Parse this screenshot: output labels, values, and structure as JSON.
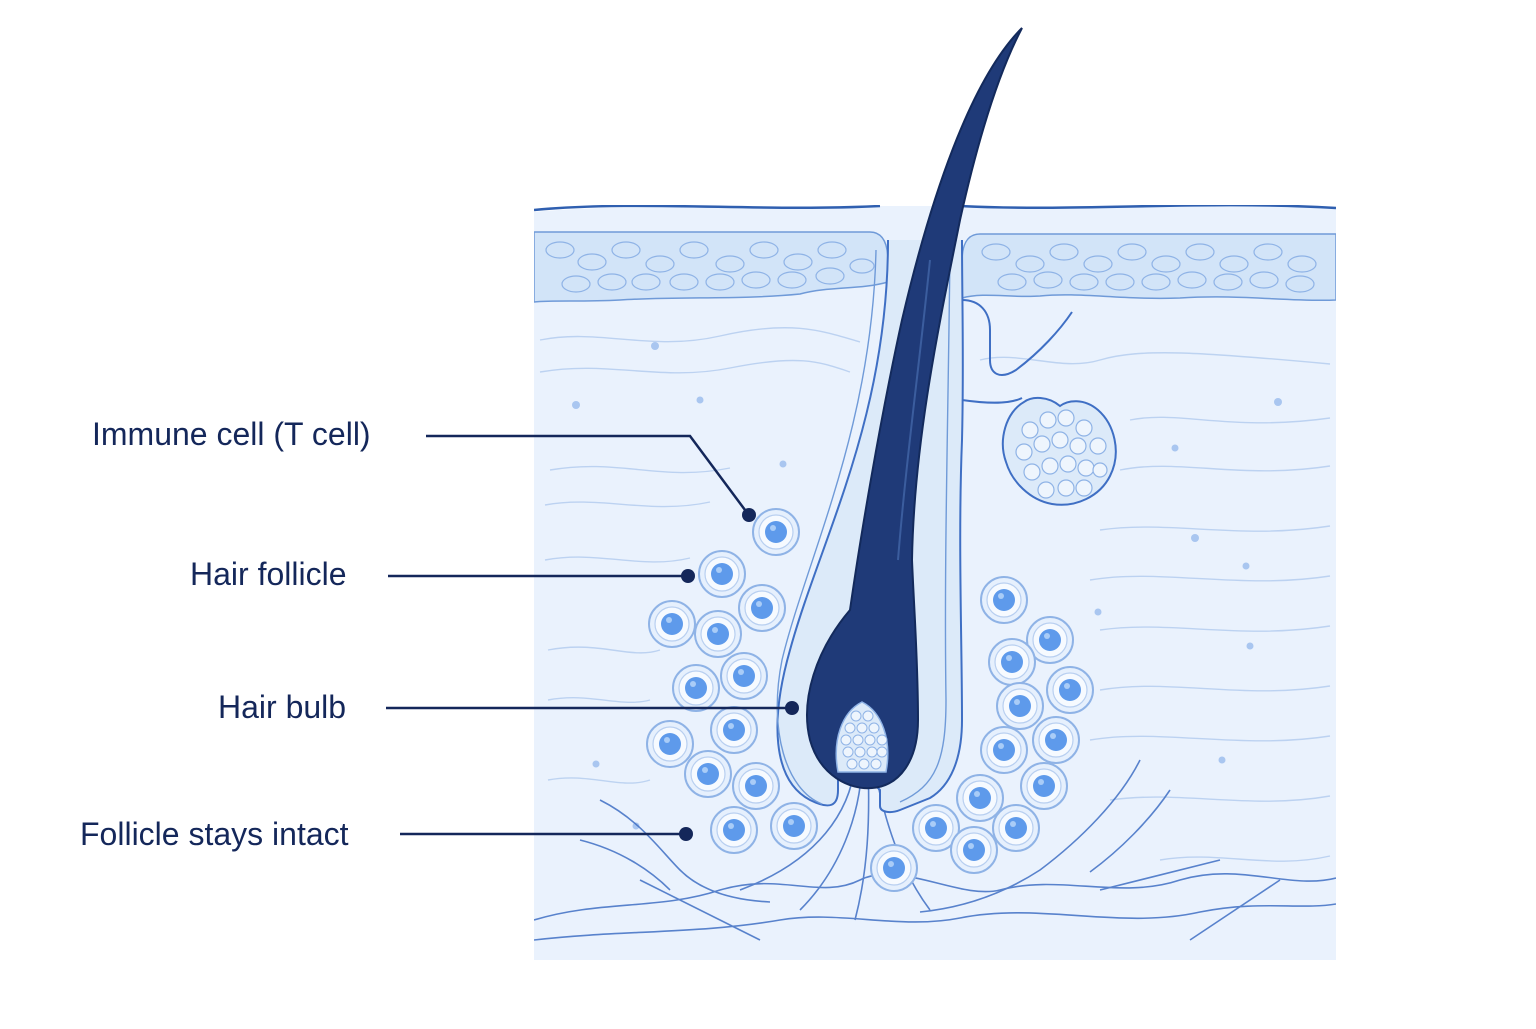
{
  "labels": {
    "immune_cell": "Immune cell (T cell)",
    "hair_follicle": "Hair follicle",
    "hair_bulb": "Hair bulb",
    "follicle_intact": "Follicle stays intact"
  },
  "colors": {
    "label_text": "#14275a",
    "leader_line": "#14275a",
    "hair_shaft": "#1f3a78",
    "dermis_fill": "#eaf2fd",
    "epidermis_fill": "#d2e4f8",
    "outline": "#2f5fb0",
    "follicle_sheath": "#c9dcf6",
    "tcell_core": "#5e9aeb",
    "tcell_membrane": "#e6f0fd"
  }
}
